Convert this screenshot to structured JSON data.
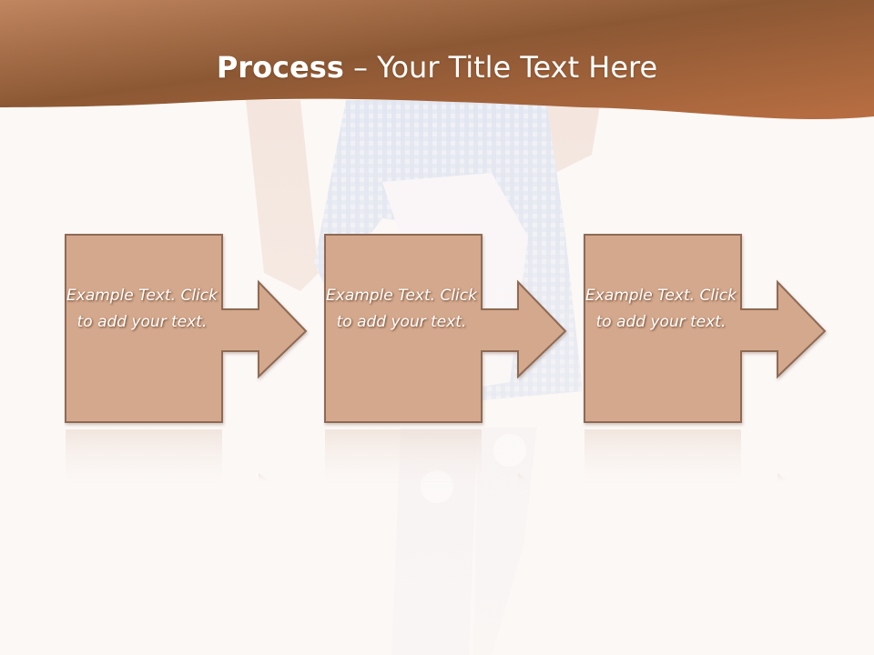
{
  "slide": {
    "title_bold": "Process",
    "title_rest": " – Your Title Text Here"
  },
  "steps": [
    {
      "text": "Example Text. Click  to add your text."
    },
    {
      "text": "Example Text. Click  to add your text."
    },
    {
      "text": "Example Text. Click  to add your text."
    }
  ],
  "colors": {
    "header_dark": "#7a4a28",
    "header_light": "#c07a50",
    "box_fill": "#d4a88c",
    "box_border": "#8e6a55",
    "background": "#fcf8f6"
  }
}
